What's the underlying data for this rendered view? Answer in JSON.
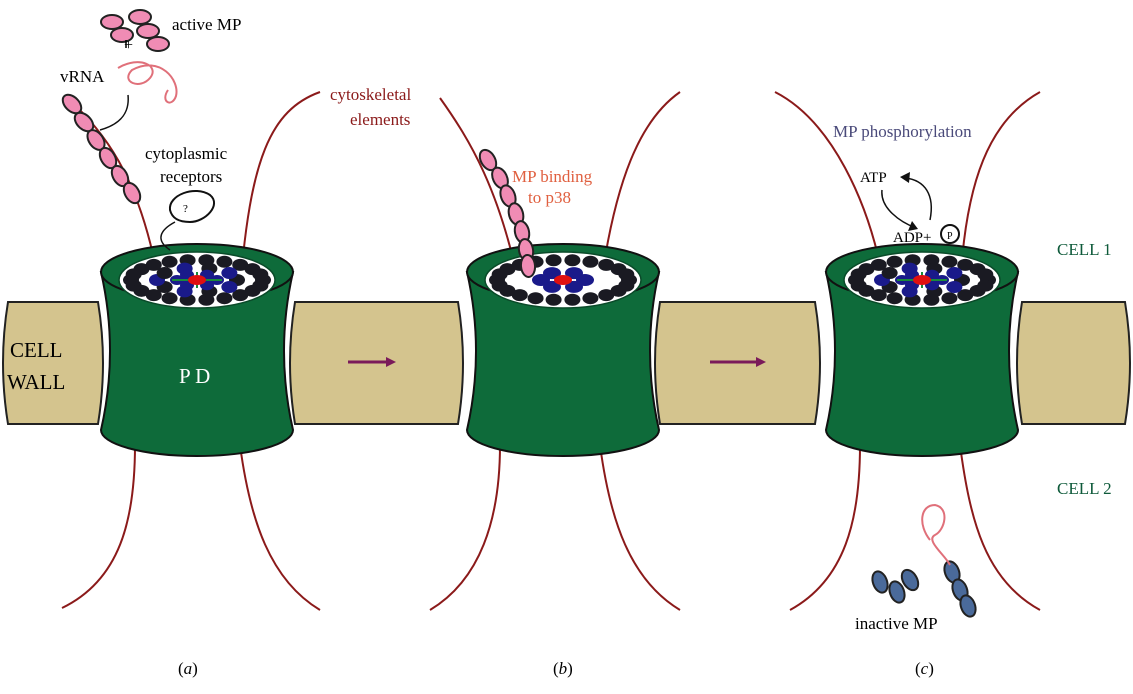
{
  "labels": {
    "active_mp": "active MP",
    "plus": "+",
    "vrna": "vRNA",
    "cytoplasmic_line1": "cytoplasmic",
    "cytoplasmic_line2": "receptors",
    "question": "?",
    "cytoskeletal_line1": "cytoskeletal",
    "cytoskeletal_line2": "elements",
    "mp_binding_line1": "MP binding",
    "mp_binding_line2": "to p38",
    "mp_phosphorylation": "MP  phosphorylation",
    "atp": "ATP",
    "adp": "ADP+",
    "p": "P",
    "cell1": "CELL 1",
    "cell2": "CELL 2",
    "cell_wall_line1": "CELL",
    "cell_wall_line2": "WALL",
    "pd": "P D",
    "inactive_mp": "inactive MP"
  },
  "panels": [
    {
      "caption_open": "(",
      "caption_letter": "a",
      "caption_close": ")"
    },
    {
      "caption_open": "(",
      "caption_letter": "b",
      "caption_close": ")"
    },
    {
      "caption_open": "(",
      "caption_letter": "c",
      "caption_close": ")"
    }
  ],
  "colors": {
    "plasmodesma": "#0e6b3a",
    "plasmodesma_dark": "#0a4a29",
    "cell_wall": "#d4c48e",
    "cytoskeleton": "#8b1a1a",
    "mp_active": "#f08cb4",
    "mp_inactive": "#4a6a9a",
    "rna": "#e0707a",
    "arrow": "#7a1a5a",
    "binding_text": "#e06040",
    "phospho_text": "#4a4a7a",
    "cell_label": "#0e5a3a",
    "core_red": "#e01010",
    "subunit_blue": "#1a1a8a",
    "subunit_dark": "#1a1a22"
  }
}
